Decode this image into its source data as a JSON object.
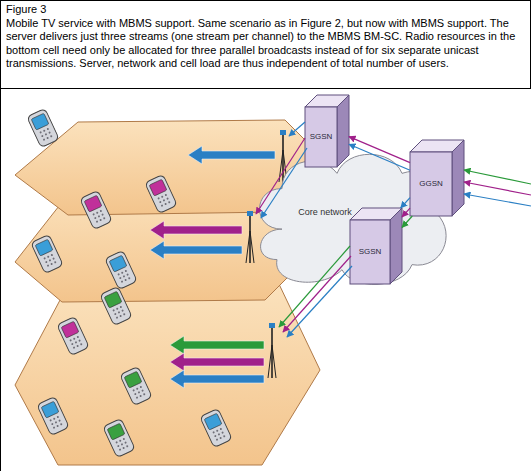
{
  "diagram": {
    "title": "Figure 3",
    "caption": "Mobile TV service with MBMS support. Same scenario as in Figure 2, but now with MBMS support. The server delivers just three streams (one stream per channel) to the MBMS BM-SC. Radio resources in the bottom cell need only be allocated for three parallel broadcasts instead of for six separate unicast transmissions. Server, network and cell load are thus independent of total number of users.",
    "nodes": [
      {
        "text": [
          "SGSN"
        ]
      },
      {
        "text": [
          "GGSN"
        ]
      },
      {
        "text": [
          "Core network"
        ]
      },
      {
        "text": [
          "SGSN"
        ]
      }
    ],
    "edges": [
      {
        "from": 1,
        "to": 0,
        "arrow": "to"
      },
      {
        "from": 1,
        "to": 0,
        "arrow": "to"
      },
      {
        "from": 1,
        "to": 3,
        "arrow": "to"
      },
      {
        "from": 1,
        "to": 3,
        "arrow": "to"
      },
      {
        "from": 1,
        "to": 3,
        "arrow": "to"
      }
    ]
  }
}
